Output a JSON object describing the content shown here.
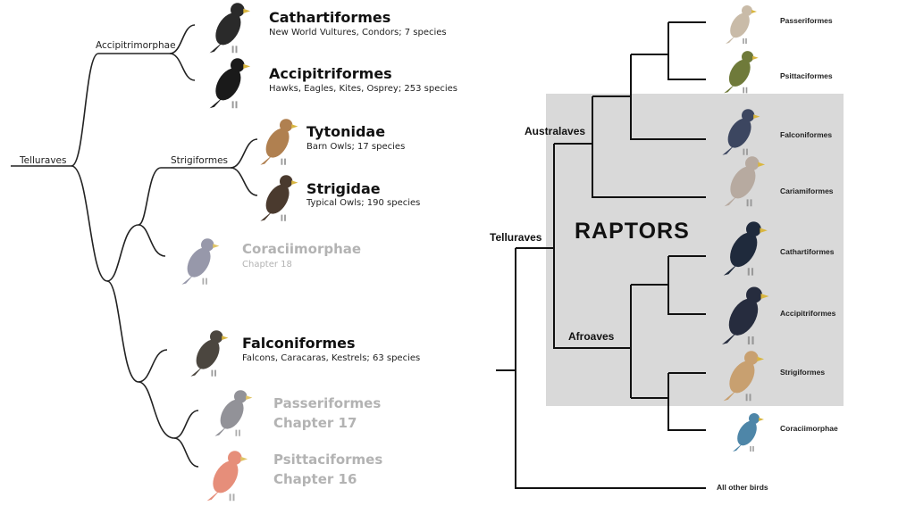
{
  "left_tree": {
    "root": "Telluraves",
    "clades": [
      "Accipitrimorphae",
      "Strigiformes"
    ],
    "taxa": [
      {
        "name": "Cathartiformes",
        "desc": "New World Vultures, Condors; 7 species",
        "color": "#2a2a2a"
      },
      {
        "name": "Accipitriformes",
        "desc": "Hawks, Eagles, Kites, Osprey; 253 species",
        "color": "#1a1a1a"
      },
      {
        "name": "Tytonidae",
        "desc": "Barn Owls; 17 species",
        "color": "#b08050"
      },
      {
        "name": "Strigidae",
        "desc": "Typical Owls; 190 species",
        "color": "#4a3a2e"
      },
      {
        "name": "Coraciimorphae",
        "desc": "Chapter 18",
        "color": "#7e7f95"
      },
      {
        "name": "Falconiformes",
        "desc": "Falcons, Caracaras, Kestrels; 63 species",
        "color": "#4b463f"
      },
      {
        "name": "Passeriformes",
        "desc": "Chapter 17",
        "color": "#77777f"
      },
      {
        "name": "Psittaciformes",
        "desc": "Chapter 16",
        "color": "#e0735a"
      }
    ]
  },
  "right_tree": {
    "root": "Telluraves",
    "clades": [
      "Australaves",
      "Afroaves"
    ],
    "highlight_label": "RAPTORS",
    "highlight_color": "#d9d9d9",
    "taxa": [
      {
        "name": "Passeriformes",
        "color": "#c9bba8"
      },
      {
        "name": "Psittaciformes",
        "color": "#6f7a3a"
      },
      {
        "name": "Falconiformes",
        "color": "#3c4660"
      },
      {
        "name": "Cariamiformes",
        "color": "#b7aaa0"
      },
      {
        "name": "Cathartiformes",
        "color": "#1f2a3c"
      },
      {
        "name": "Accipitriformes",
        "color": "#262c3e"
      },
      {
        "name": "Strigiformes",
        "color": "#c8a070"
      },
      {
        "name": "Coraciimorphae",
        "color": "#4e86a8"
      },
      {
        "name": "All other birds"
      }
    ]
  }
}
